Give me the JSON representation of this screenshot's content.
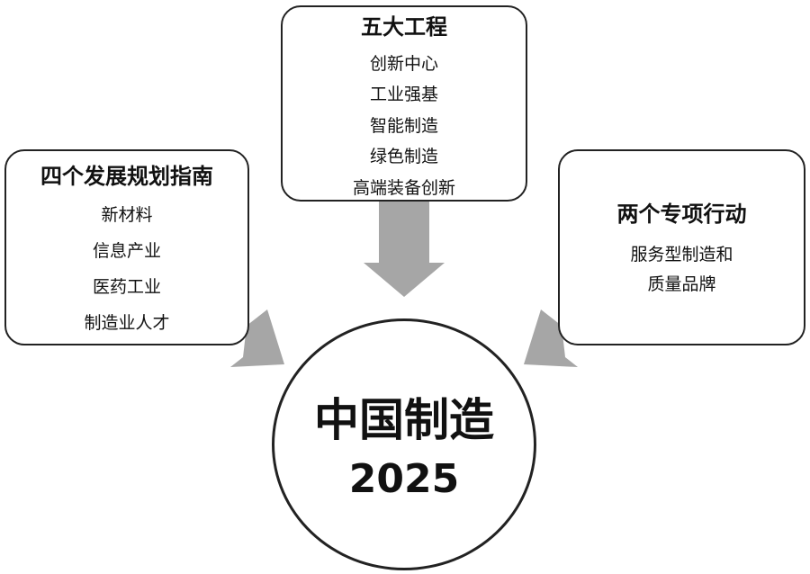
{
  "top_box": {
    "title": "五大工程",
    "items": [
      "创新中心",
      "工业强基",
      "智能制造",
      "绿色制造",
      "高端装备创新"
    ]
  },
  "left_box": {
    "title": "四个发展规划指南",
    "items": [
      "新材料",
      "信息产业",
      "医药工业",
      "制造业人才"
    ]
  },
  "right_box": {
    "title": "两个专项行动",
    "items": [
      "服务型制造和",
      "质量品牌"
    ]
  },
  "center": {
    "title": "中国制造",
    "year": "2025"
  },
  "colors": {
    "arrow": "#a6a6a6",
    "border": "#222222"
  }
}
